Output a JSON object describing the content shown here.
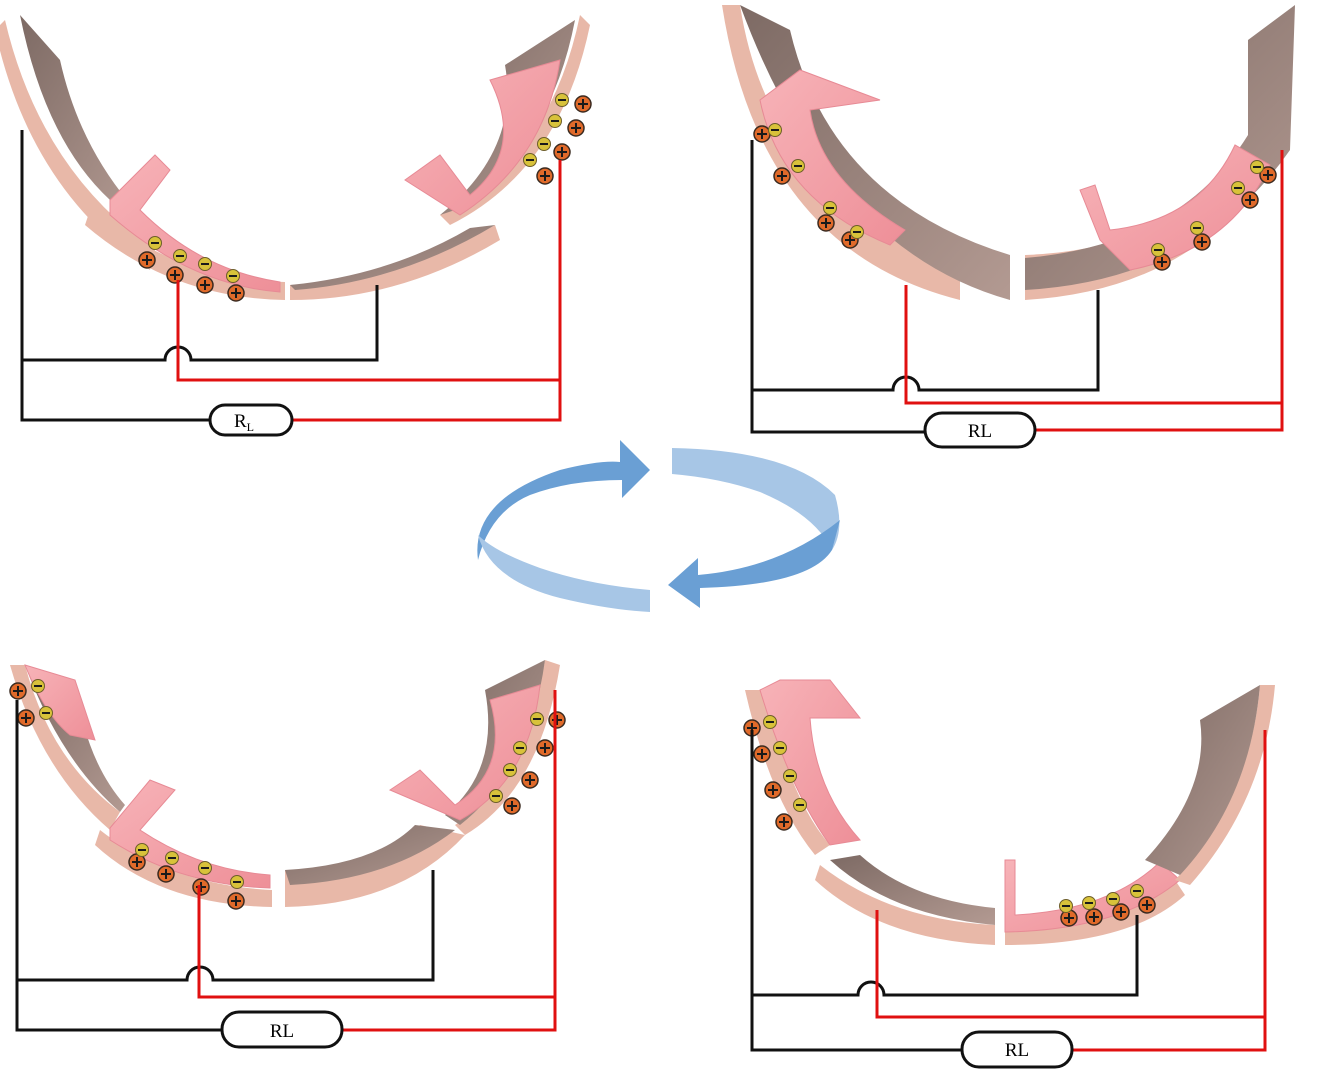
{
  "panels": [
    {
      "id": "top-left",
      "load_label": "R",
      "load_subscript": "L"
    },
    {
      "id": "top-right",
      "load_label": "RL",
      "load_subscript": ""
    },
    {
      "id": "bottom-left",
      "load_label": "RL",
      "load_subscript": ""
    },
    {
      "id": "bottom-right",
      "load_label": "RL",
      "load_subscript": ""
    }
  ],
  "colors": {
    "electrode_rim": "#e8b8a8",
    "electrode_face": "#9a8078",
    "film": "#f5a0a8",
    "wire_positive": "#e01010",
    "wire_negative": "#111111",
    "cycle_arrow": "#6a9fd4",
    "cycle_arrow_light": "#a7c6e6",
    "charge_fill": "#e06a2a",
    "charge_neg_fill": "#d8c23a"
  },
  "cycle_arrow": {
    "shape": "circular-two-arrow"
  }
}
